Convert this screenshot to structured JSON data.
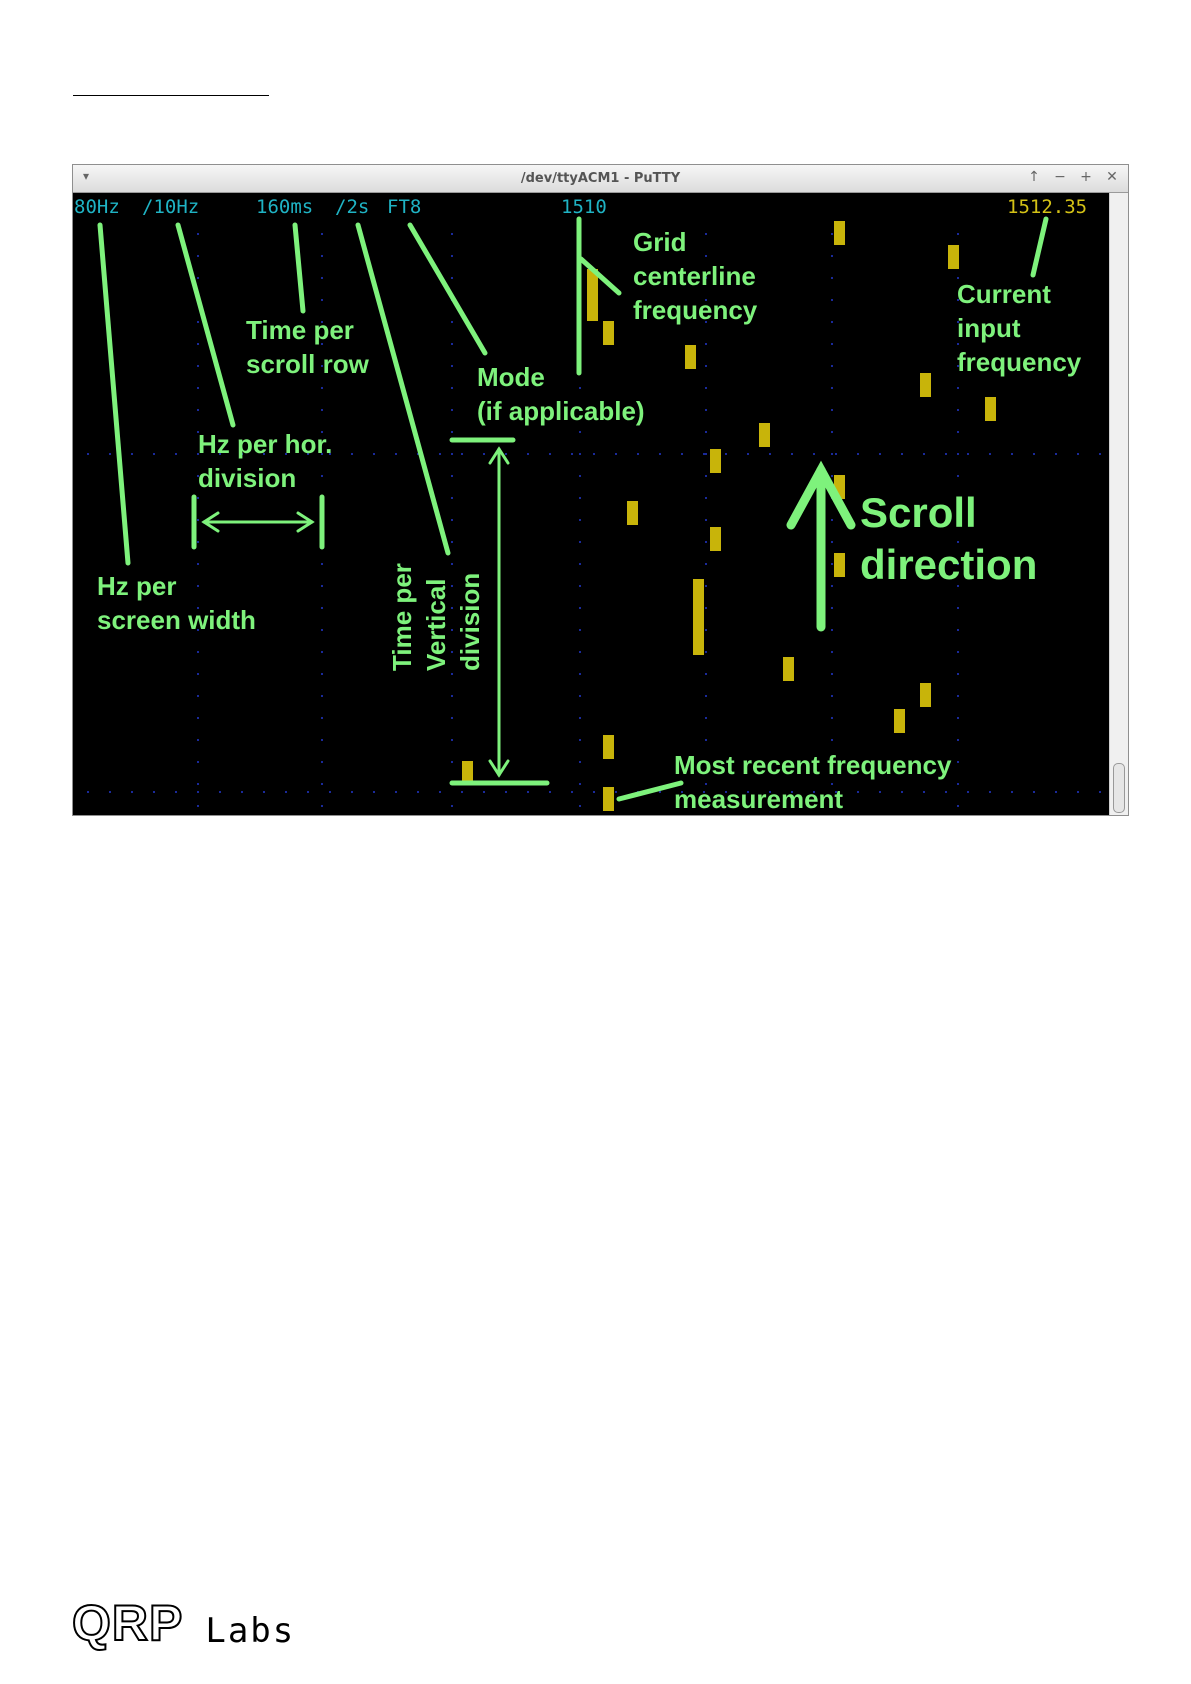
{
  "window": {
    "title": "/dev/ttyACM1 - PuTTY",
    "menu_icon": "chevron-down-icon",
    "controls": [
      {
        "name": "move-up-icon",
        "glyph": "↑"
      },
      {
        "name": "minimize-icon",
        "glyph": "−"
      },
      {
        "name": "maximize-icon",
        "glyph": "+"
      },
      {
        "name": "close-icon",
        "glyph": "✕"
      }
    ]
  },
  "terminal": {
    "hz_per_screen": "80Hz",
    "hz_per_div": "/10Hz",
    "time_per_row": "160ms",
    "time_per_div": "/2s",
    "mode": "FT8",
    "center_freq": "1510",
    "current_freq": "1512.35",
    "text_color": "#1fb3c4",
    "freq_color": "#d4c216",
    "mark_color": "#c8b40a"
  },
  "annotations": {
    "hz_per_screen_width": "Hz per\nscreen width",
    "hz_per_hor_division": "Hz per hor.\ndivision",
    "time_per_scroll_row": "Time per\nscroll row",
    "time_per_vertical_division": "Time per\nVertical\ndivision",
    "mode": "Mode\n(if applicable)",
    "grid_centerline": "Grid\ncenterline\nfrequency",
    "current_input_frequency": "Current\ninput\nfrequency",
    "scroll_direction": "Scroll\ndirection",
    "most_recent_measurement": "Most recent frequency\nmeasurement",
    "color": "#7ef27c"
  },
  "logo": {
    "brand": "QRP",
    "sub": "Labs"
  }
}
